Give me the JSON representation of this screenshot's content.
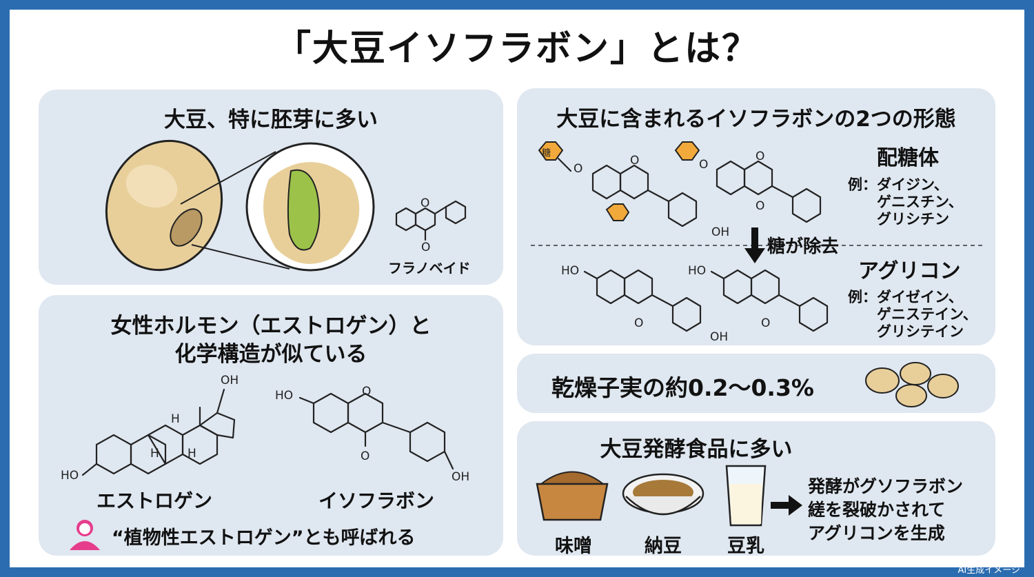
{
  "title": "「大豆イソフラボン」とは？",
  "panels": {
    "soybean": {
      "title": "大豆、特に胚芽に多い",
      "flavonoid": "フラノベイド"
    },
    "estrogen": {
      "title_line1": "女性ホルモン（エストロゲン）と",
      "title_line2": "化学構造が似ている",
      "estrogen_label": "エストロゲン",
      "isoflavone_label": "イソフラボン",
      "note": "“植物性エストロゲン”とも呼ばれる"
    },
    "forms": {
      "title": "大豆に含まれるイソフラボンの2つの形態",
      "glycoside": {
        "heading": "配糖体",
        "line1": "例：ダイジン、",
        "line2": "ゲニスチン、",
        "line3": "グリシチン"
      },
      "removal": "糖が除去",
      "aglycone": {
        "heading": "アグリコン",
        "line1": "例：ダイゼイン、",
        "line2": "ゲニステイン、",
        "line3": "グリシテイン"
      }
    },
    "content": {
      "text": "乾燥子実の約0.2〜0.3%"
    },
    "fermented": {
      "title": "大豆発酵食品に多い",
      "foods": [
        "味噌",
        "納豆",
        "豆乳"
      ],
      "note_line1": "発酵がグソフラボン",
      "note_line2": "縒を裂破かされて",
      "note_line3": "アグリコンを生成"
    }
  },
  "watermark": "AI生成イメージ"
}
